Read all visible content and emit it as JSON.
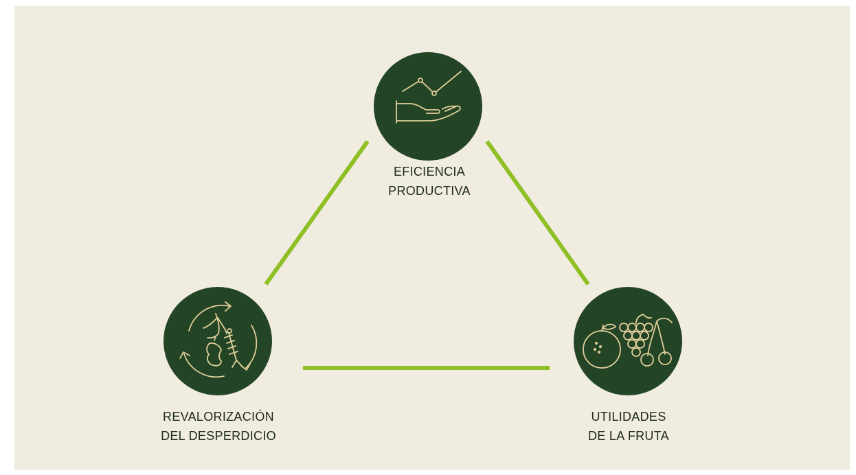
{
  "nodes": {
    "top": {
      "line1": "EFICIENCIA",
      "line2": "PRODUCTIVA",
      "icon": "hand-with-growth-chart-icon"
    },
    "left": {
      "line1": "REVALORIZACIÓN",
      "line2": "DEL DESPERDICIO",
      "icon": "recycle-organic-waste-icon"
    },
    "right": {
      "line1": "UTILIDADES",
      "line2": "DE LA FRUTA",
      "icon": "fruits-icon"
    }
  },
  "colors": {
    "background": "#f0ece0",
    "circle": "#244525",
    "connector": "#8ebf25",
    "icon_stroke": "#e2cf9c",
    "text": "#1d2a1a"
  }
}
